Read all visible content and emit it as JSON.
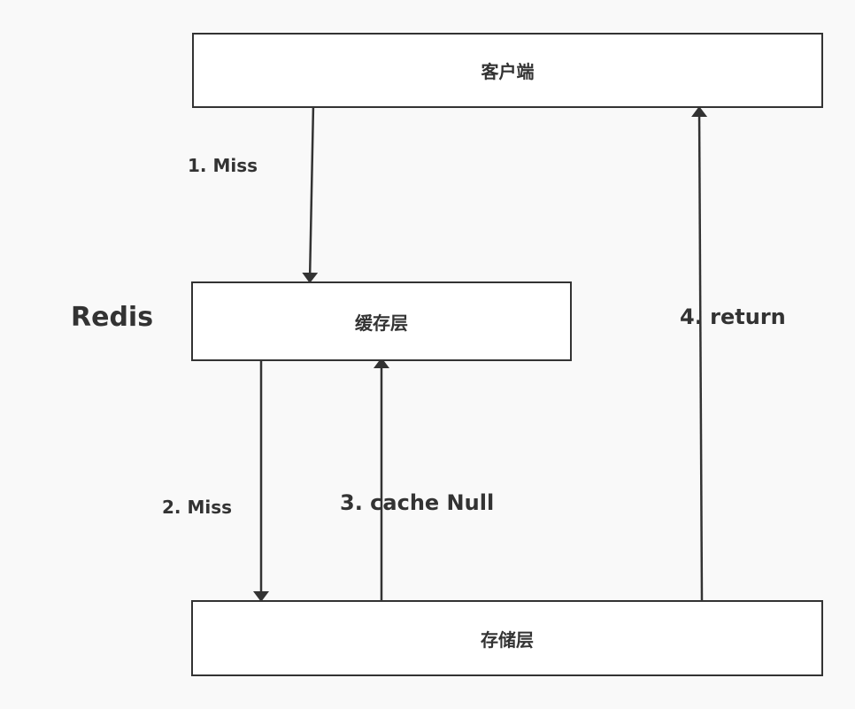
{
  "nodes": {
    "client": "客户端",
    "cache": "缓存层",
    "storage": "存储层"
  },
  "side_label": "Redis",
  "edges": {
    "step1": "1. Miss",
    "step2": "2. Miss",
    "step3": "3. cache Null",
    "step4": "4. return"
  }
}
